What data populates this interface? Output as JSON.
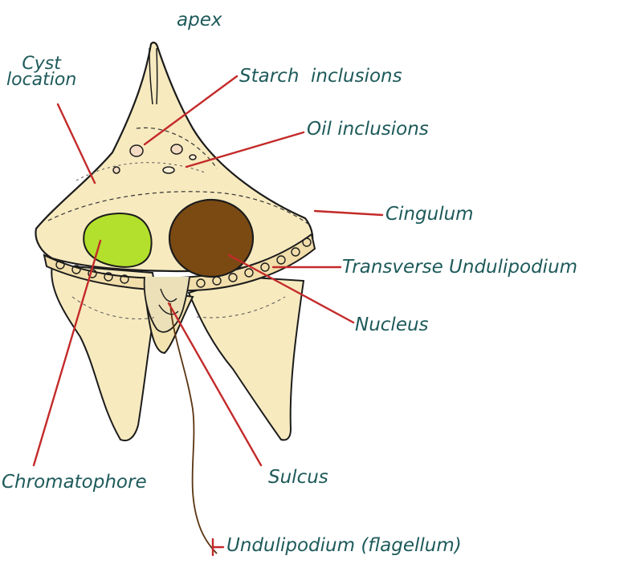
{
  "colors": {
    "cell_fill": "#f7eabf",
    "outline": "#1c1c1c",
    "label_text": "#1e5a5a",
    "leader_line": "#c42a2a",
    "chromatophore": "#b3e02c",
    "nucleus": "#7b4a13"
  },
  "labels": {
    "apex": "apex",
    "cyst_line1": "Cyst",
    "cyst_line2": "location",
    "starch": "Starch  inclusions",
    "oil": "Oil inclusions",
    "cingulum": "Cingulum",
    "transverse": "Transverse Undulipodium",
    "nucleus": "Nucleus",
    "chromatophore": "Chromatophore",
    "sulcus": "Sulcus",
    "undulipodium": "Undulipodium (flagellum)"
  }
}
